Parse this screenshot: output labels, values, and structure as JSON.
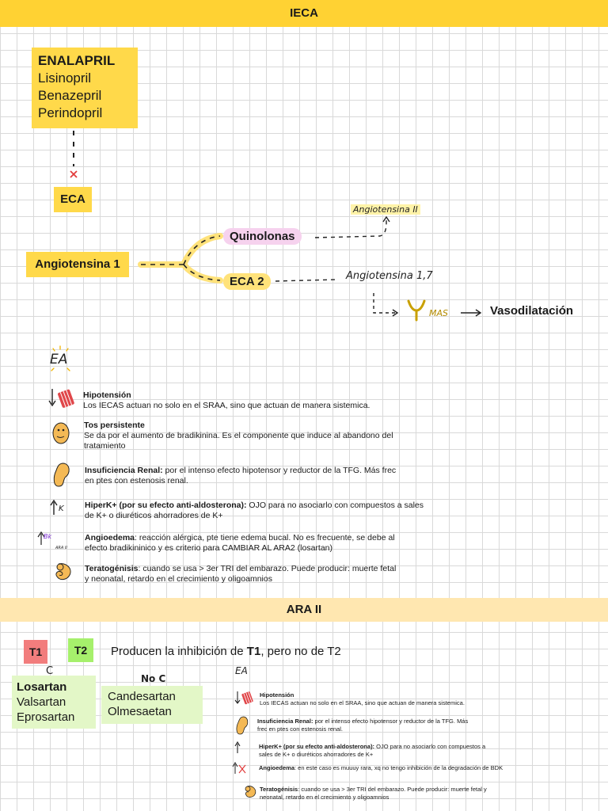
{
  "sections": {
    "ieca_title": "IECA",
    "ara_title": "ARA II"
  },
  "ieca": {
    "drugs": [
      "ENALAPRIL",
      "Lisinopril",
      "Benazepril",
      "Perindopril"
    ],
    "eca": "ECA",
    "angiotensina1": "Angiotensina 1",
    "quinolonas": "Quinolonas",
    "eca2": "ECA 2",
    "angiotensina2_note": "Angiotensina II",
    "angiotensina17_note": "Angiotensina 1,7",
    "mas_note": "MAS",
    "vasodilatacion": "Vasodilatación",
    "ea_note": "EA",
    "effects": [
      {
        "title": "Hipotensión",
        "text": "Los IECAS actuan no solo en el SRAA, sino que actuan de manera sistemica."
      },
      {
        "title": "Tos persistente",
        "text": "Se da por el aumento de bradikinina. Es el componente que induce al abandono del tratamiento"
      },
      {
        "title": "Insuficiencia Renal:",
        "text": " por el intenso efecto hipotensor y reductor de la TFG. Más frec en ptes con estenosis renal."
      },
      {
        "title": "HiperK+ (por su efecto anti-aldosterona):",
        "text": " OJO para no asociarlo con compuestos a sales de K+ o diuréticos ahorradores de K+"
      },
      {
        "title": "Angioedema",
        "text": ": reacción alérgica, pte tiene edema bucal. No es frecuente, se debe al efecto bradikininico y es criterio para CAMBIAR AL ARA2 (losartan)"
      },
      {
        "title": "Teratogénisis",
        "text": ": cuando se usa > 3er TRI del embarazo. Puede producir: muerte fetal y neonatal, retardo en el crecimiento y oligoamnios"
      }
    ],
    "bk_note": "Bk",
    "ara_note": "ARA II",
    "k_note": "K"
  },
  "ara": {
    "t1": "T1",
    "t2": "T2",
    "produce_pre": "Producen la inhibición de ",
    "produce_bold": "T1",
    "produce_post": ", pero no de T2",
    "c_note": "C",
    "noc_note": "No C",
    "group1": [
      "Losartan",
      "Valsartan",
      "Eprosartan"
    ],
    "group2": [
      "Candesartan",
      "Olmesaetan"
    ],
    "ea_note": "EA",
    "effects": [
      {
        "title": "Hipotensión",
        "text": "Los IECAS actuan no solo en el SRAA, sino que actuan de manera sistemica."
      },
      {
        "title": "Insuficiencia Renal:",
        "text": " por el intenso efecto hipotensor y reductor de la TFG. Más frec en ptes con estenosis renal."
      },
      {
        "title": "HiperK+ (por su efecto anti-aldosterona):",
        "text": " OJO para no asociarlo con compuestos a sales de K+ o diuréticos ahorradores de K+"
      },
      {
        "title": "Angioedema",
        "text": ": en este caso es muuuy rara, xq no tengo inhibición de la degradación de BDK"
      },
      {
        "title": "Teratogénisis",
        "text": ": cuando se usa > 3er TRI del embarazo. Puede producir: muerte fetal y neonatal, retardo en el crecimiento y oligoamnios"
      }
    ]
  },
  "colors": {
    "yellow_band": "#ffd233",
    "peach_band": "#ffe7b0",
    "highlight_yellow": "#ffd94a",
    "highlight_pink": "#f6d2ee",
    "highlight_green": "#e3f7c7",
    "t1_red": "#f27d7d",
    "t2_green": "#a6f06c"
  }
}
